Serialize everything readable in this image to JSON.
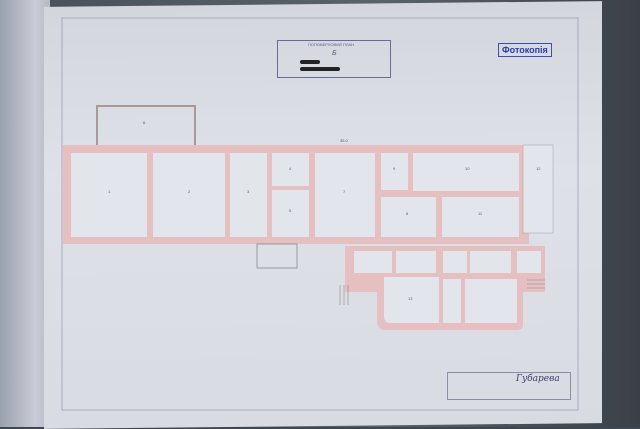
{
  "stamp": {
    "title": "ПОПОВЕРХОВИЙ ПЛАН",
    "letter": "Б"
  },
  "photocopy_badge": "Фотокопія",
  "title_block": {
    "signature": "Губарева"
  },
  "plan": {
    "rooms": [
      "1",
      "2",
      "3",
      "4",
      "5",
      "6",
      "7",
      "8",
      "9",
      "10",
      "11",
      "12",
      "13"
    ],
    "dimension_top": "35.0"
  },
  "colors": {
    "wall": "#e6bfc0",
    "room": "#e3e5ec",
    "stamp_ink": "#2a3fa8"
  }
}
